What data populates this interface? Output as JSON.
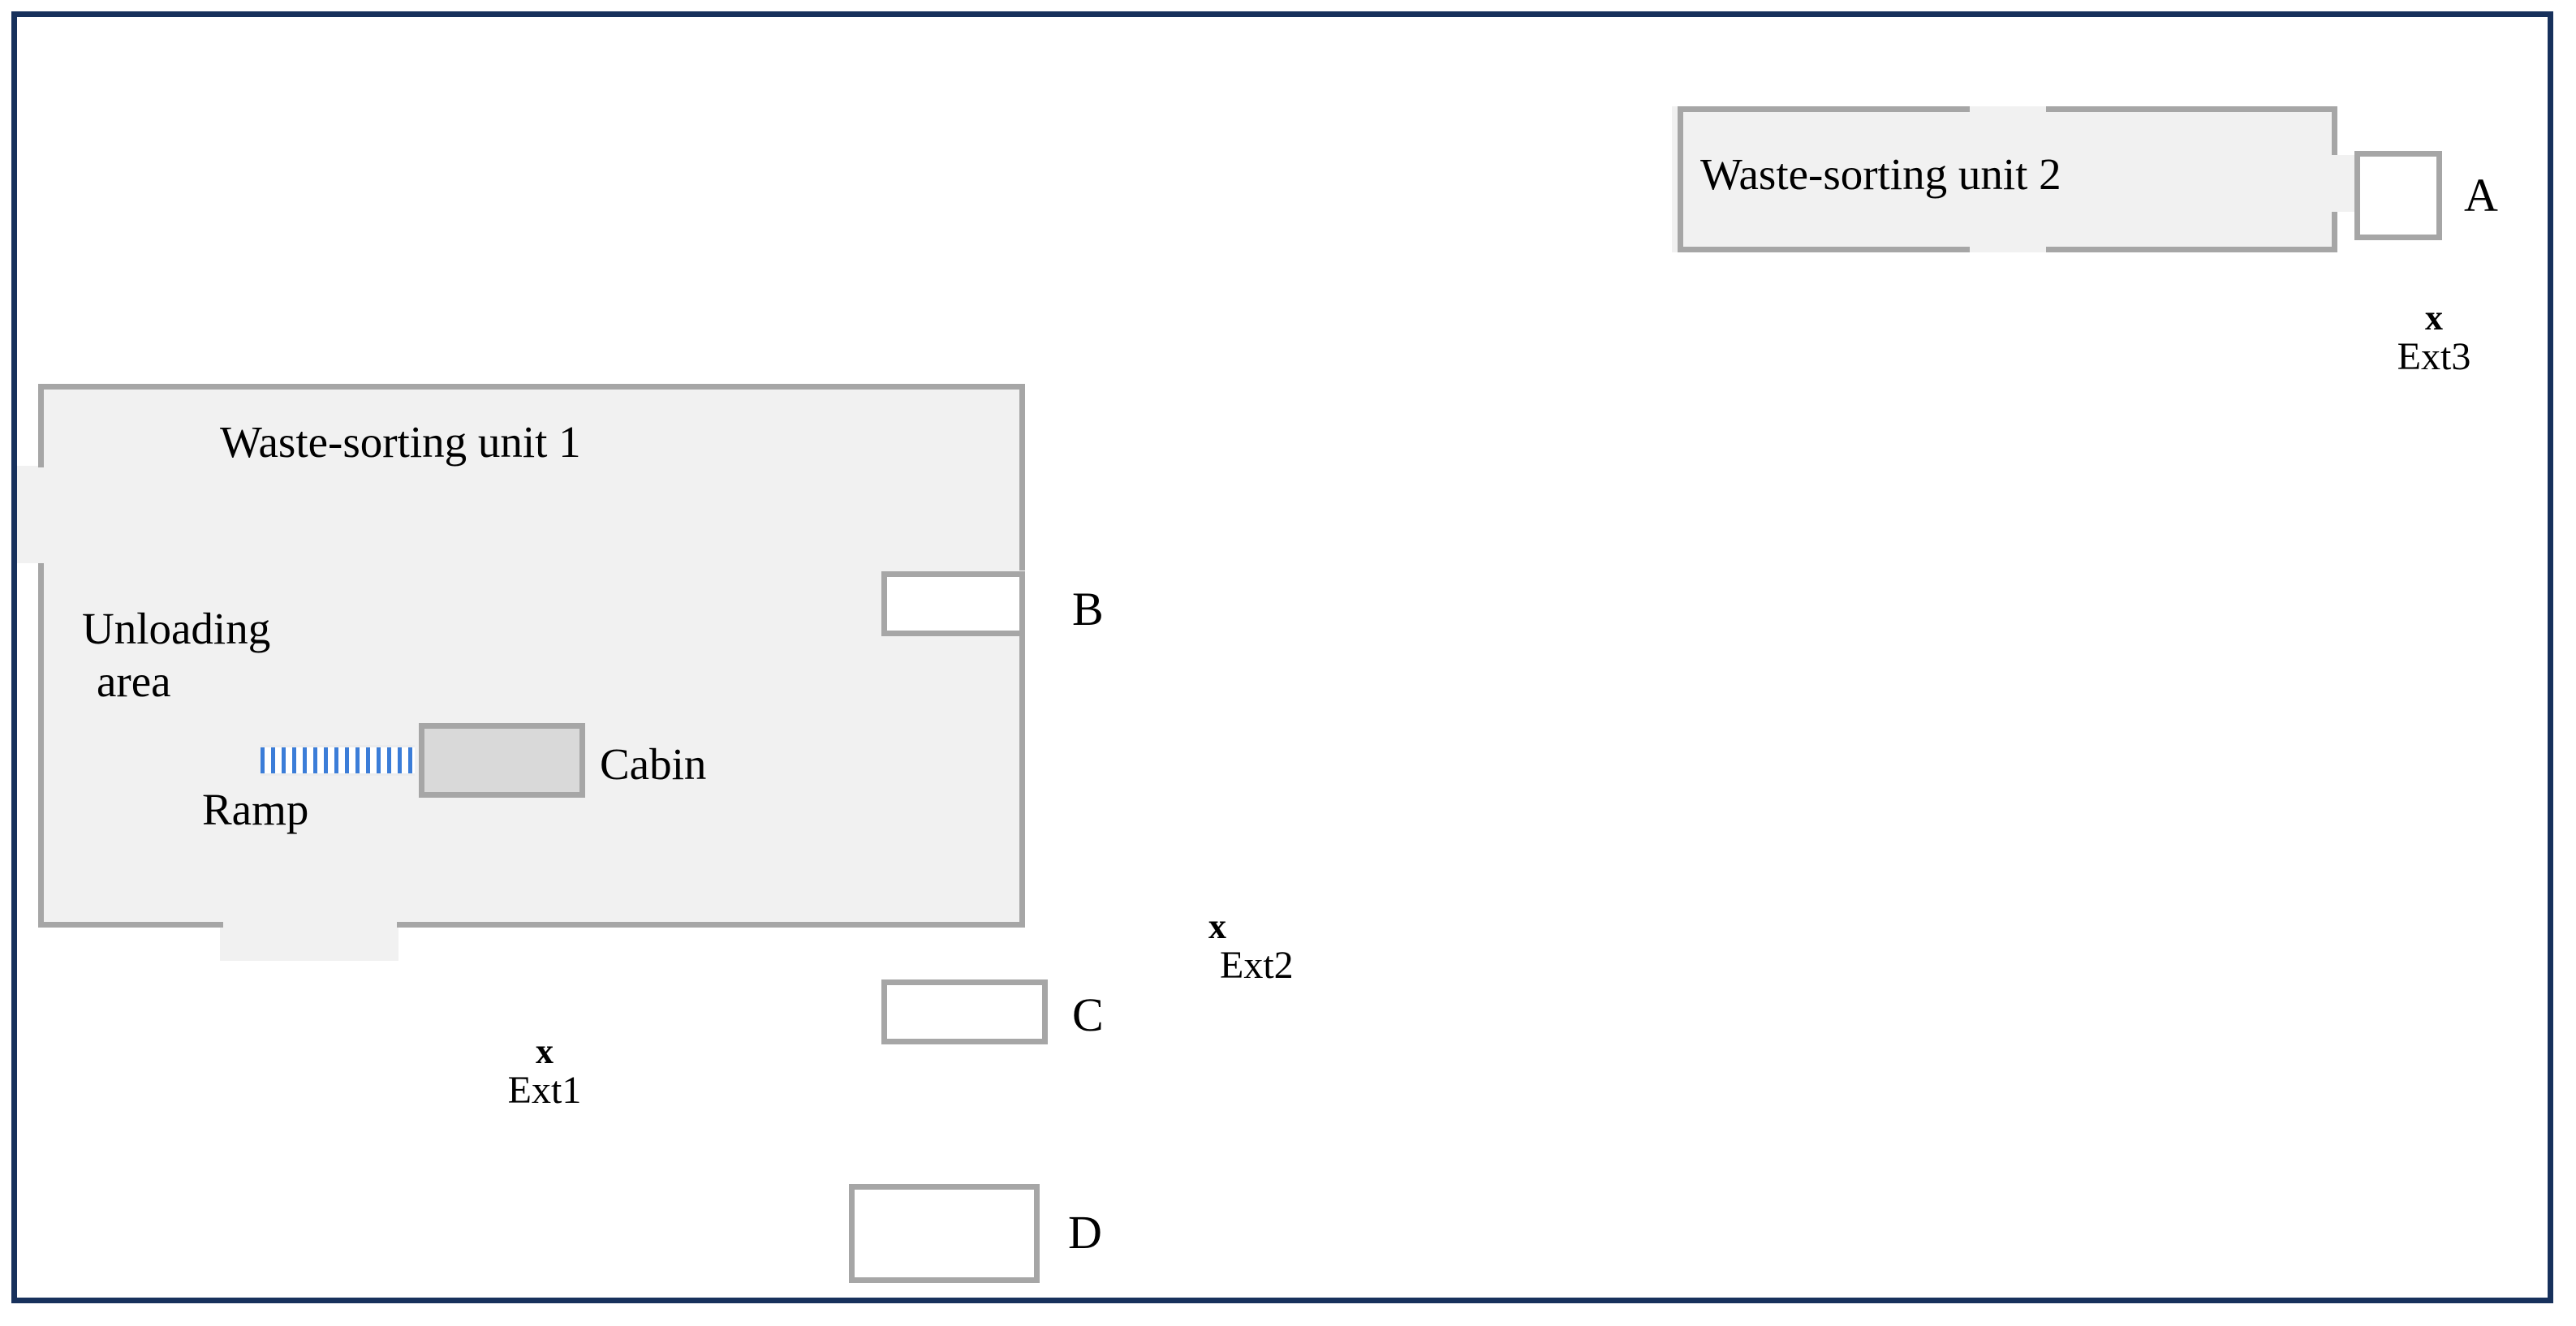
{
  "figure": {
    "type": "facility-floor-plan",
    "border_color": "#17315c",
    "wall_color": "#a6a6a6",
    "unit_fill_color": "#f1f1f1",
    "cabin_fill_color": "#d9d9d9",
    "ramp_stripe_color": "#3b7dd8"
  },
  "units": [
    {
      "id": "unit1",
      "label": "Waste-sorting unit 1",
      "interior_labels": [
        {
          "id": "unloading-area",
          "text": "Unloading"
        },
        {
          "id": "unloading-area-2",
          "text": "area"
        },
        {
          "id": "cabin",
          "text": "Cabin"
        },
        {
          "id": "ramp",
          "text": "Ramp"
        }
      ]
    },
    {
      "id": "unit2",
      "label": "Waste-sorting unit 2",
      "interior_labels": []
    }
  ],
  "doors": [
    {
      "id": "A",
      "label": "A"
    },
    {
      "id": "B",
      "label": "B"
    },
    {
      "id": "C",
      "label": "C"
    },
    {
      "id": "D",
      "label": "D"
    }
  ],
  "extraction_points": [
    {
      "id": "Ext1",
      "marker": "x",
      "label": "Ext1"
    },
    {
      "id": "Ext2",
      "marker": "x",
      "label": "Ext2"
    },
    {
      "id": "Ext3",
      "marker": "x",
      "label": "Ext3"
    }
  ]
}
